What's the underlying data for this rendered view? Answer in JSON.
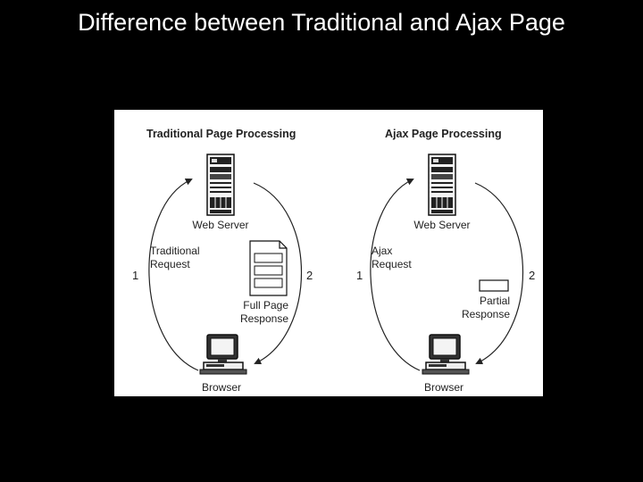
{
  "slide": {
    "title": "Difference between Traditional and Ajax Page"
  },
  "traditional": {
    "panel_title": "Traditional Page Processing",
    "server_label": "Web Server",
    "request_label_line1": "Traditional",
    "request_label_line2": "Request",
    "step1": "1",
    "step2": "2",
    "response_label_line1": "Full Page",
    "response_label_line2": "Response",
    "browser_label": "Browser"
  },
  "ajax": {
    "panel_title": "Ajax Page Processing",
    "server_label": "Web Server",
    "request_label_line1": "Ajax",
    "request_label_line2": "Request",
    "step1": "1",
    "step2": "2",
    "response_label_line1": "Partial",
    "response_label_line2": "Response",
    "browser_label": "Browser"
  }
}
